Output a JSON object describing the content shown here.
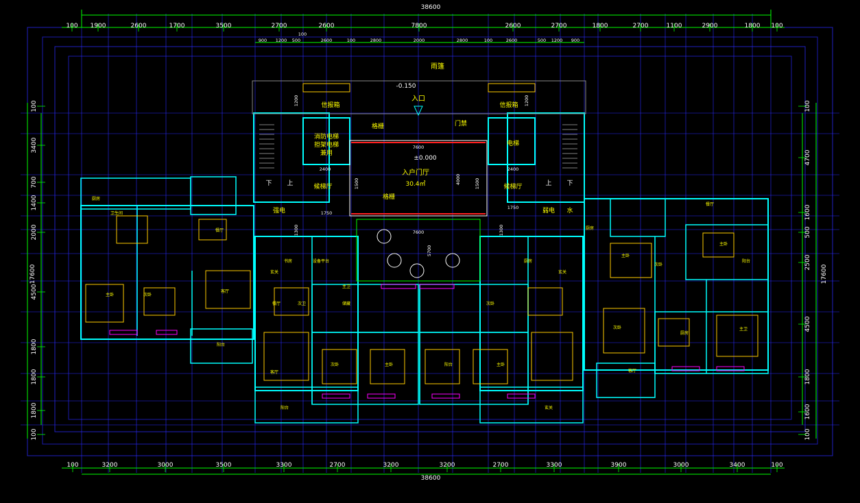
{
  "colors": {
    "background": "#000000",
    "dim_line": "#00ff00",
    "grid": "#2a2aff",
    "wall": "#00ffff",
    "furniture": "#ffcc00",
    "text": "#ffff00",
    "white": "#ffffff",
    "accent": "#ff00ff",
    "red": "#ff2020"
  },
  "dimensions": {
    "top_total": "38600",
    "top_row": [
      "100",
      "1900",
      "2600",
      "1700",
      "3500",
      "2700",
      "2600",
      "7800",
      "2600",
      "2700",
      "1800",
      "2700",
      "1100",
      "2900",
      "1800",
      "100"
    ],
    "top_sub": [
      "100"
    ],
    "top_inner": [
      "900",
      "1200",
      "500",
      "2600",
      "100",
      "2800",
      "2000",
      "2800",
      "100",
      "2600",
      "500",
      "1200",
      "900"
    ],
    "bottom_total": "38600",
    "bottom_row": [
      "100",
      "3200",
      "3000",
      "3500",
      "3300",
      "2700",
      "3200",
      "3200",
      "2700",
      "3300",
      "3900",
      "3000",
      "3400",
      "100"
    ],
    "left_col": [
      "100",
      "3400",
      "700",
      "1400",
      "2000",
      "4500",
      "1800",
      "1800",
      "1800",
      "100"
    ],
    "left_total": "17600",
    "right_col": [
      "100",
      "4700",
      "1600",
      "500",
      "2500",
      "4500",
      "1800",
      "1600",
      "100"
    ],
    "right_total": "17600",
    "center_inner": [
      "1200",
      "1200",
      "1500",
      "4000",
      "1500",
      "1300",
      "1300",
      "5700",
      "7600",
      "7600",
      "2400",
      "2400",
      "1750",
      "1750"
    ]
  },
  "labels": {
    "canopy": "雨篷",
    "elevation_entry": "-0.150",
    "entrance": "入口",
    "elevation_lobby": "±0.000",
    "lobby": "入户门厅",
    "lobby_area": "30.4㎡",
    "mailbox_left": "信报箱",
    "mailbox_right": "信报箱",
    "fire_elevator": "消防电梯",
    "stretcher_elevator": "担架电梯",
    "dual_use": "兼用",
    "elevator": "电梯",
    "grille_top": "格栅",
    "grille_bottom": "格栅",
    "door_guard": "门禁",
    "waiting_left": "候梯厅",
    "waiting_right": "候梯厅",
    "down_left": "下",
    "up_left": "上",
    "up_right": "上",
    "down_right": "下",
    "strong_current_left": "强电",
    "weak_current_right": "弱电",
    "water": "水",
    "rooms": [
      "厨房",
      "卫生间",
      "主卧",
      "次卧",
      "客厅",
      "餐厅",
      "阳台",
      "玄关",
      "书房",
      "设备平台",
      "储藏",
      "主卫",
      "次卫",
      "客厅",
      "餐厅",
      "次卧",
      "主卧",
      "阳台",
      "玄关",
      "厨房",
      "次卧",
      "主卧",
      "阳台",
      "玄关",
      "厨房",
      "次卧",
      "主卧",
      "客厅",
      "餐厅",
      "阳台",
      "厨房",
      "主卫",
      "次卧",
      "主卧"
    ]
  }
}
